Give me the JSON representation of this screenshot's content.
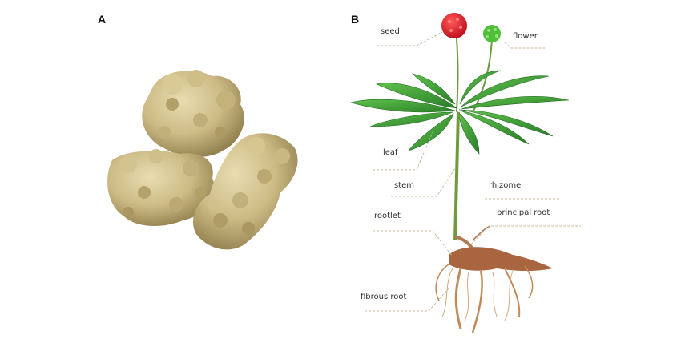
{
  "panels": {
    "a": "A",
    "b": "B"
  },
  "labels": {
    "seed": "seed",
    "flower": "flower",
    "leaf": "leaf",
    "stem": "stem",
    "rhizome": "rhizome",
    "principal_root": "principal root",
    "rootlet": "rootlet",
    "fibrous_root": "fibrous root"
  },
  "colors": {
    "root_tan": "#cdbb86",
    "root_shadow": "#9a8755",
    "leaf_green": "#3fa33a",
    "leaf_dark": "#2a7a2a",
    "stem_green": "#7aa84a",
    "seed_red": "#e01d2c",
    "flower_green": "#4fbf3a",
    "root_brown": "#9c5a3a",
    "leader": "#c9b99a"
  }
}
